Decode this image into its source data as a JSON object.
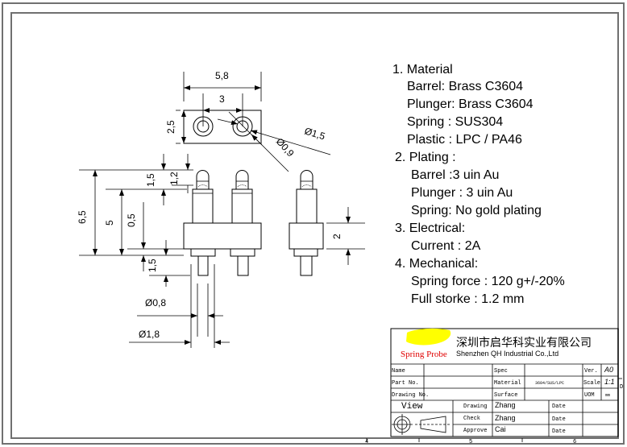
{
  "dimensions": {
    "width_total": "5,8",
    "pitch": "3",
    "height_top": "2,5",
    "dia_outer": "Ø1,5",
    "dia_inner": "Ø0,9",
    "total_height": "6,5",
    "barrel_height": "5",
    "flange": "0,5",
    "plunger_top": "1,5",
    "plunger_tip": "1,2",
    "tail": "1,5",
    "body_height": "2",
    "dia_tail": "Ø0,8",
    "dia_flange": "Ø1,8"
  },
  "notes": [
    "1. Material",
    "Barrel: Brass C3604",
    "Plunger: Brass C3604",
    "Spring : SUS304",
    "Plastic : LPC / PA46",
    "2. Plating :",
    "Barrel :3 uin Au",
    "Plunger : 3 uin Au",
    "Spring: No gold plating",
    "3. Electrical:",
    "Current : 2A",
    "4. Mechanical:",
    "Spring force : 120 g+/-20%",
    "Full storke : 1.2 mm"
  ],
  "title_block": {
    "logo_text": "Spring Probe",
    "company_cn": "深圳市启华科实业有限公司",
    "company_en": "Shenzhen QH Industrial Co.,Ltd",
    "name_label": "Name",
    "part_label": "Part No.",
    "drawing_no_label": "Drawing No.",
    "spec_label": "Spec",
    "material_label": "Material",
    "material_value": "3604/SUS/LPC",
    "surface_label": "Surface",
    "ver_label": "Ver.",
    "ver_value": "A0",
    "scale_label": "Scale",
    "scale_value": "1:1",
    "uom_label": "UOM",
    "uom_value": "mm",
    "view_label": "View",
    "drawing_label": "Drawing",
    "drawing_by": "Zhang",
    "check_label": "Check",
    "check_by": "Zhang",
    "approve_label": "Approve",
    "approve_by": "Cai",
    "date_label": "Date"
  },
  "border": {
    "zone_numbers": [
      "4",
      "5",
      "6"
    ],
    "zone_letter": "D"
  },
  "colors": {
    "logo_highlight": "#ffff00",
    "logo_text": "#e00000"
  }
}
